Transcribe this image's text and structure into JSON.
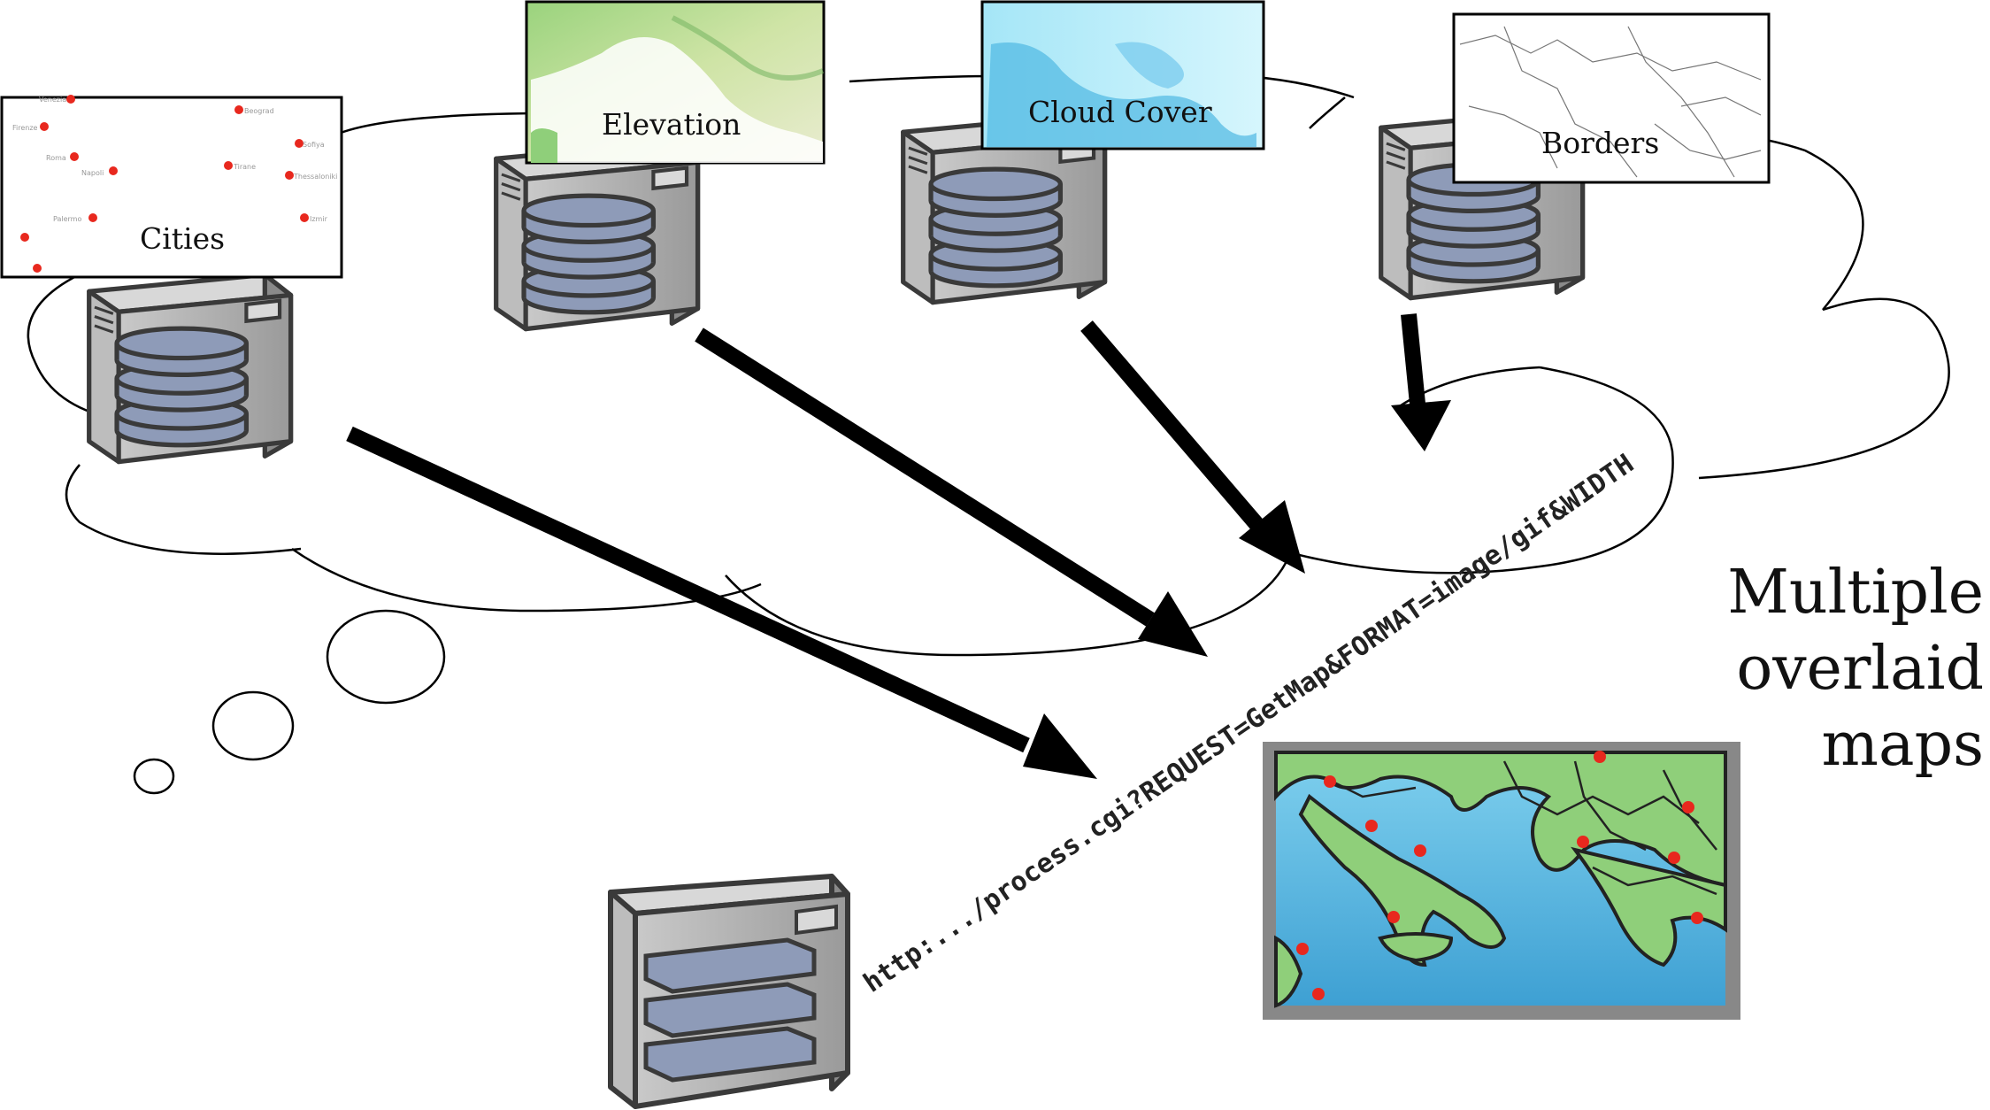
{
  "layers": [
    {
      "name": "Cities"
    },
    {
      "name": "Elevation"
    },
    {
      "name": "Cloud Cover"
    },
    {
      "name": "Borders"
    }
  ],
  "request_url": "http:.../process.cgi?REQUEST=GetMap&FORMAT=image/gif&WIDTH",
  "result_label": [
    "Multiple",
    "overlaid",
    "maps"
  ],
  "city_names": [
    "Venezia",
    "Firenze",
    "Roma",
    "Napoli",
    "Palermo",
    "Beograd",
    "Sofiya",
    "Tirane",
    "Thessaloniki",
    "Izmir"
  ],
  "colors": {
    "server_body": "#a9a9a9",
    "disk": "#8e9bb8",
    "city_dot": "#e8281e",
    "arrow": "#000000",
    "sea": "#5ab8e0",
    "land": "#8fcf7a",
    "cloud": "#bfeefa",
    "frame": "#888888"
  }
}
